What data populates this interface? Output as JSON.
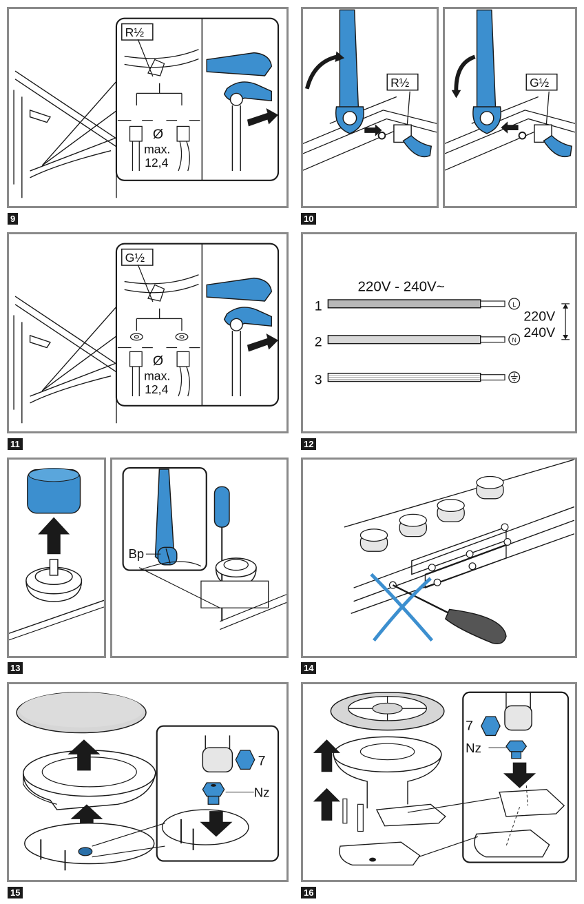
{
  "colors": {
    "frame": "#8a8a8a",
    "accent": "#3c8fcf",
    "accent_dark": "#2a6fa8",
    "line": "#1a1a1a"
  },
  "steps": {
    "s9": {
      "number": "9",
      "thread": "R½",
      "diam_symbol": "Ø",
      "max_label": "max.",
      "max_value": "12,4"
    },
    "s10": {
      "number": "10",
      "thread_a": "R½",
      "thread_b": "G½"
    },
    "s11": {
      "number": "11",
      "thread": "G½",
      "diam_symbol": "Ø",
      "max_label": "max.",
      "max_value": "12,4"
    },
    "s12": {
      "number": "12",
      "voltage": "220V - 240V~",
      "wire1": "1",
      "wire2": "2",
      "wire3": "3",
      "sym_l": "L",
      "sym_n": "N",
      "v_top": "220V",
      "v_bottom": "240V"
    },
    "s13": {
      "number": "13",
      "bypass": "Bp"
    },
    "s14": {
      "number": "14"
    },
    "s15": {
      "number": "15",
      "hex": "7",
      "nozzle": "Nz"
    },
    "s16": {
      "number": "16",
      "hex": "7",
      "nozzle": "Nz"
    }
  }
}
